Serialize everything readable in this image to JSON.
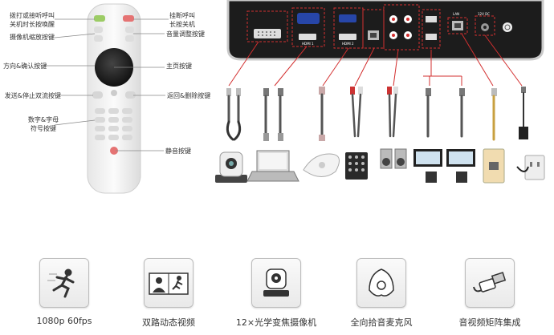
{
  "remote_labels": {
    "call": "拨打或接听呼叫\n关机时长按唤醒",
    "zoom": "摄像机缩放按键",
    "direction": "方向&确认按键",
    "dual_stream": "发送&停止双流按键",
    "alnum": "数字&字母\n符号按键",
    "hangup": "挂断呼叫\n长按关机",
    "volume": "音量调整按键",
    "home": "主页按键",
    "back": "返回&删除按键",
    "mute": "静音按键"
  },
  "panel_labels": {
    "hdmi1": "HDMI 1",
    "hdmi2": "HDMI 2",
    "lan": "LAN",
    "power": "12V DC"
  },
  "features": [
    {
      "label": "1080p 60fps",
      "icon": "runner-icon"
    },
    {
      "label": "双路动态视频",
      "icon": "dual-video-icon"
    },
    {
      "label": "12×光学变焦摄像机",
      "icon": "ptz-camera-icon"
    },
    {
      "label": "全向拾音麦克风",
      "icon": "microphone-icon"
    },
    {
      "label": "音视频矩阵集成",
      "icon": "hdmi-plug-icon"
    }
  ],
  "colors": {
    "accent_red": "#d32f2f",
    "panel_black": "#1c1c1c",
    "cable_grey": "#555555"
  }
}
